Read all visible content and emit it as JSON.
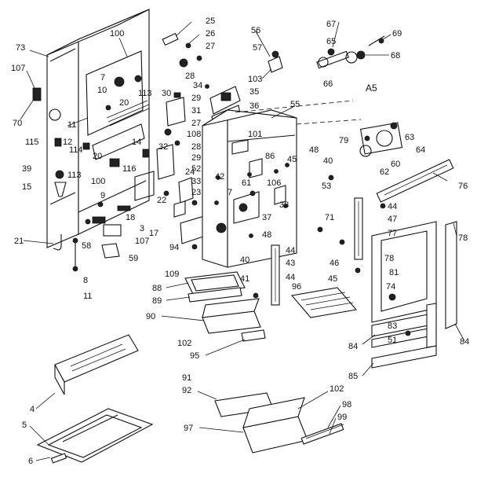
{
  "diagram": {
    "section_label": "A5",
    "callouts": [
      {
        "id": "73",
        "text": "73"
      },
      {
        "id": "107a",
        "text": "107"
      },
      {
        "id": "70",
        "text": "70"
      },
      {
        "id": "100a",
        "text": "100"
      },
      {
        "id": "7a",
        "text": "7"
      },
      {
        "id": "10",
        "text": "10"
      },
      {
        "id": "113a",
        "text": "113"
      },
      {
        "id": "20a",
        "text": "20"
      },
      {
        "id": "11a",
        "text": "11"
      },
      {
        "id": "12",
        "text": "12"
      },
      {
        "id": "115",
        "text": "115"
      },
      {
        "id": "114",
        "text": "114"
      },
      {
        "id": "113b",
        "text": "113"
      },
      {
        "id": "20b",
        "text": "20"
      },
      {
        "id": "116",
        "text": "116"
      },
      {
        "id": "100b",
        "text": "100"
      },
      {
        "id": "39",
        "text": "39"
      },
      {
        "id": "15",
        "text": "15"
      },
      {
        "id": "14",
        "text": "14"
      },
      {
        "id": "9",
        "text": "9"
      },
      {
        "id": "18",
        "text": "18"
      },
      {
        "id": "17",
        "text": "17"
      },
      {
        "id": "3",
        "text": "3"
      },
      {
        "id": "107b",
        "text": "107"
      },
      {
        "id": "21",
        "text": "21"
      },
      {
        "id": "58",
        "text": "58"
      },
      {
        "id": "59",
        "text": "59"
      },
      {
        "id": "8",
        "text": "8"
      },
      {
        "id": "11b",
        "text": "11"
      },
      {
        "id": "25",
        "text": "25"
      },
      {
        "id": "26",
        "text": "26"
      },
      {
        "id": "27a",
        "text": "27"
      },
      {
        "id": "28a",
        "text": "28"
      },
      {
        "id": "34",
        "text": "34"
      },
      {
        "id": "30",
        "text": "30"
      },
      {
        "id": "29a",
        "text": "29"
      },
      {
        "id": "31",
        "text": "31"
      },
      {
        "id": "27b",
        "text": "27"
      },
      {
        "id": "108",
        "text": "108"
      },
      {
        "id": "28b",
        "text": "28"
      },
      {
        "id": "32",
        "text": "32"
      },
      {
        "id": "29b",
        "text": "29"
      },
      {
        "id": "52",
        "text": "52"
      },
      {
        "id": "33",
        "text": "33"
      },
      {
        "id": "23",
        "text": "23"
      },
      {
        "id": "24",
        "text": "24"
      },
      {
        "id": "22",
        "text": "22"
      },
      {
        "id": "94",
        "text": "94"
      },
      {
        "id": "109",
        "text": "109"
      },
      {
        "id": "56",
        "text": "56"
      },
      {
        "id": "57",
        "text": "57"
      },
      {
        "id": "103",
        "text": "103"
      },
      {
        "id": "35",
        "text": "35"
      },
      {
        "id": "36",
        "text": "36"
      },
      {
        "id": "55",
        "text": "55"
      },
      {
        "id": "101",
        "text": "101"
      },
      {
        "id": "48a",
        "text": "48"
      },
      {
        "id": "86",
        "text": "86"
      },
      {
        "id": "45a",
        "text": "45"
      },
      {
        "id": "42",
        "text": "42"
      },
      {
        "id": "7b",
        "text": "7"
      },
      {
        "id": "61",
        "text": "61"
      },
      {
        "id": "106",
        "text": "106"
      },
      {
        "id": "53",
        "text": "53"
      },
      {
        "id": "37",
        "text": "37"
      },
      {
        "id": "38",
        "text": "38"
      },
      {
        "id": "48b",
        "text": "48"
      },
      {
        "id": "67",
        "text": "67"
      },
      {
        "id": "65",
        "text": "65"
      },
      {
        "id": "66",
        "text": "66"
      },
      {
        "id": "69",
        "text": "69"
      },
      {
        "id": "68",
        "text": "68"
      },
      {
        "id": "79",
        "text": "79"
      },
      {
        "id": "63",
        "text": "63"
      },
      {
        "id": "64",
        "text": "64"
      },
      {
        "id": "62",
        "text": "62"
      },
      {
        "id": "60",
        "text": "60"
      },
      {
        "id": "40a",
        "text": "40"
      },
      {
        "id": "76",
        "text": "76"
      },
      {
        "id": "71",
        "text": "71"
      },
      {
        "id": "44a",
        "text": "44"
      },
      {
        "id": "47",
        "text": "47"
      },
      {
        "id": "77",
        "text": "77"
      },
      {
        "id": "78a",
        "text": "78"
      },
      {
        "id": "46",
        "text": "46"
      },
      {
        "id": "45b",
        "text": "45"
      },
      {
        "id": "78b",
        "text": "78"
      },
      {
        "id": "81",
        "text": "81"
      },
      {
        "id": "74",
        "text": "74"
      },
      {
        "id": "40b",
        "text": "40"
      },
      {
        "id": "44b",
        "text": "44"
      },
      {
        "id": "43",
        "text": "43"
      },
      {
        "id": "41",
        "text": "41"
      },
      {
        "id": "44c",
        "text": "44"
      },
      {
        "id": "96",
        "text": "96"
      },
      {
        "id": "83",
        "text": "83"
      },
      {
        "id": "51",
        "text": "51"
      },
      {
        "id": "84a",
        "text": "84"
      },
      {
        "id": "84b",
        "text": "84"
      },
      {
        "id": "85",
        "text": "85"
      },
      {
        "id": "88",
        "text": "88"
      },
      {
        "id": "89",
        "text": "89"
      },
      {
        "id": "90",
        "text": "90"
      },
      {
        "id": "102a",
        "text": "102"
      },
      {
        "id": "95",
        "text": "95"
      },
      {
        "id": "4",
        "text": "4"
      },
      {
        "id": "5",
        "text": "5"
      },
      {
        "id": "6",
        "text": "6"
      },
      {
        "id": "91",
        "text": "91"
      },
      {
        "id": "92",
        "text": "92"
      },
      {
        "id": "102b",
        "text": "102"
      },
      {
        "id": "97",
        "text": "97"
      },
      {
        "id": "98",
        "text": "98"
      },
      {
        "id": "99",
        "text": "99"
      }
    ]
  }
}
